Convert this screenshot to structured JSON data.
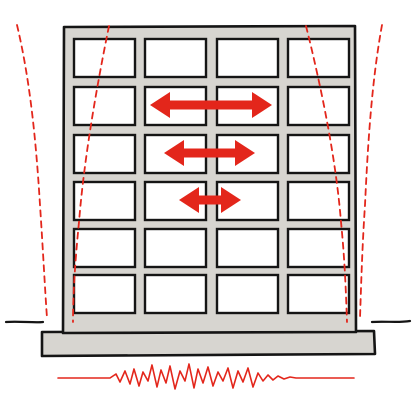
{
  "diagram": {
    "building": {
      "rows": 6,
      "columns": 4
    },
    "colors": {
      "structure": "#d7d5d0",
      "outline": "#151515",
      "window": "#ffffff",
      "motion": "#e3261b"
    },
    "arrows": [
      {
        "row": 1,
        "span": "wide"
      },
      {
        "row": 2,
        "span": "medium"
      },
      {
        "row": 3,
        "span": "short"
      }
    ],
    "icons": {
      "sway": "dashed-sway-curve",
      "ground_motion": "seismic-wave-icon"
    }
  }
}
